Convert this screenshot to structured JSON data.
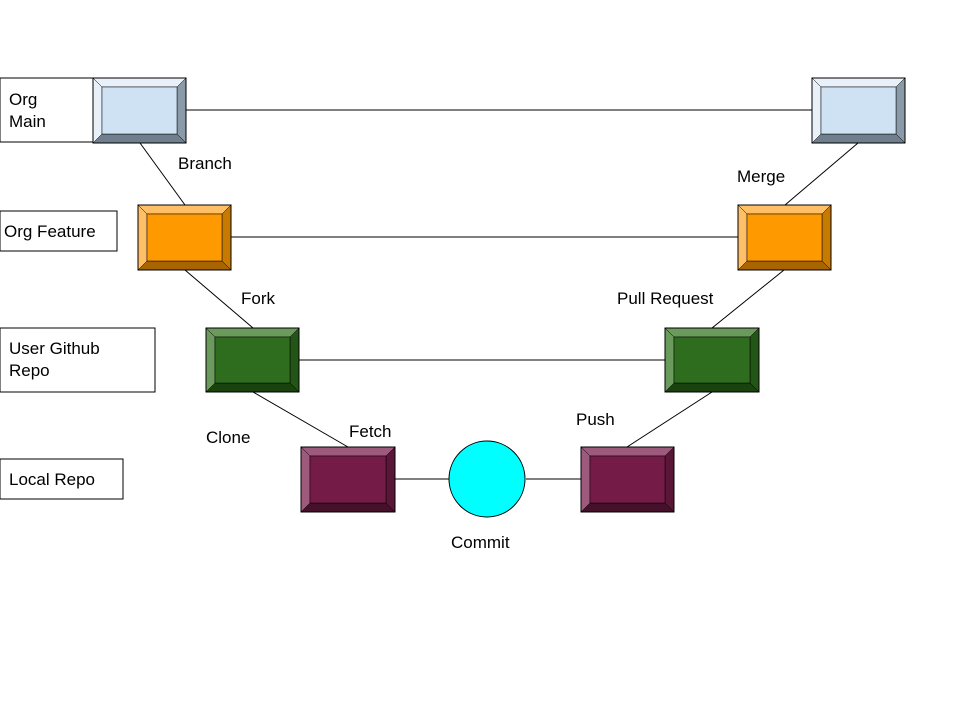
{
  "lanes": {
    "org_main": {
      "line1": "Org",
      "line2": "Main"
    },
    "org_feature": {
      "label": "Org Feature"
    },
    "user_repo": {
      "line1": "User Github",
      "line2": "Repo"
    },
    "local_repo": {
      "label": "Local Repo"
    }
  },
  "actions": {
    "branch": "Branch",
    "merge": "Merge",
    "fork": "Fork",
    "pull_request": "Pull Request",
    "clone": "Clone",
    "fetch": "Fetch",
    "push": "Push",
    "commit": "Commit"
  },
  "colors": {
    "org_main": {
      "face": "#cfe2f3",
      "light": "#e8f1fa",
      "dark": "#6f7f8e",
      "darker": "#8a9aa8"
    },
    "org_feature": {
      "face": "#ff9900",
      "light": "#ffbf66",
      "dark": "#a86400",
      "darker": "#c77a00"
    },
    "user_repo": {
      "face": "#2e6d1e",
      "light": "#6a9a5c",
      "dark": "#1a420f",
      "darker": "#235516"
    },
    "local_repo": {
      "face": "#741b47",
      "light": "#9e5a7c",
      "dark": "#44102a",
      "darker": "#5a1637"
    },
    "commit_circle": "#00ffff"
  }
}
